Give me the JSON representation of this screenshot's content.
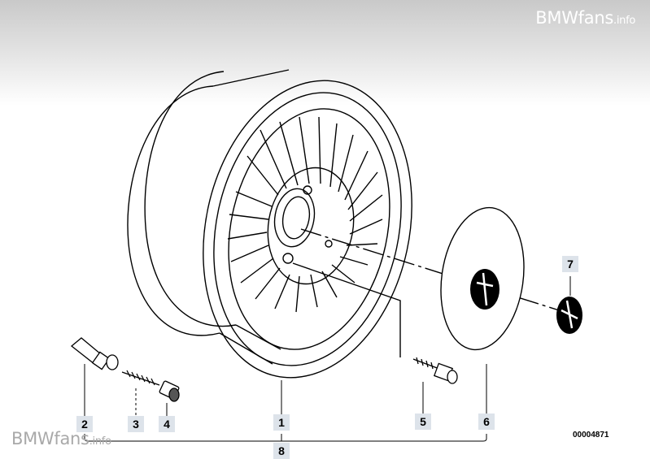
{
  "watermark": {
    "brand": "BMWfans",
    "suffix": ".info"
  },
  "callouts": {
    "p1": "1",
    "p2": "2",
    "p3": "3",
    "p4": "4",
    "p5": "5",
    "p6": "6",
    "p7": "7",
    "p8": "8"
  },
  "document_number": "00004871"
}
